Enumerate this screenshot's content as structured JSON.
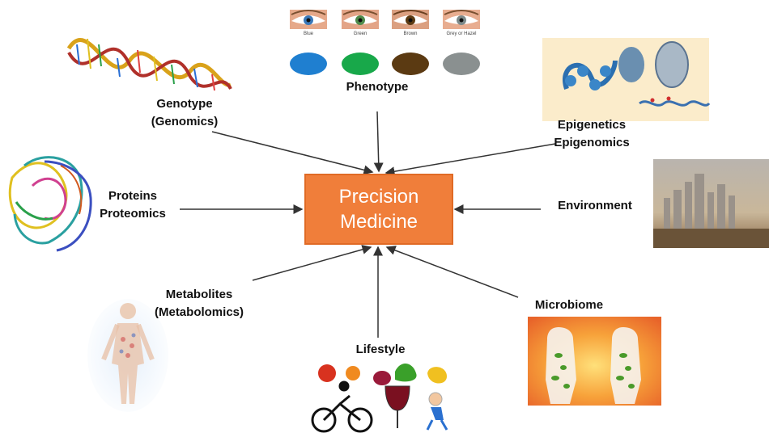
{
  "center": {
    "line1": "Precision",
    "line2": "Medicine"
  },
  "nodes": {
    "genotype": {
      "line1": "Genotype",
      "line2": "(Genomics)"
    },
    "phenotype": {
      "line1": "Phenotype"
    },
    "epigenetics": {
      "line1": "Epigenetics",
      "line2": "Epigenomics"
    },
    "proteins": {
      "line1": "Proteins",
      "line2": "Proteomics"
    },
    "environment": {
      "line1": "Environment"
    },
    "metabolites": {
      "line1": "Metabolites",
      "line2": "(Metabolomics)"
    },
    "lifestyle": {
      "line1": "Lifestyle"
    },
    "microbiome": {
      "line1": "Microbiome"
    }
  },
  "eye_colors": {
    "labels": [
      "Blue",
      "Green",
      "Brown",
      "Grey or Hazel"
    ],
    "swatches": [
      "#1f7fd0",
      "#18a84a",
      "#5b3a12",
      "#8a9090"
    ]
  },
  "colors": {
    "center_fill": "#f07e3a",
    "arrow": "#333333"
  }
}
